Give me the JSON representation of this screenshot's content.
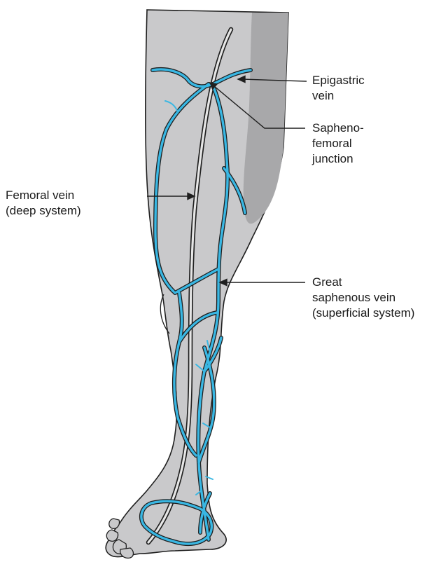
{
  "labels": {
    "epigastric": [
      "Epigastric",
      "vein"
    ],
    "saphenofemoral": [
      "Sapheno-",
      "femoral",
      "junction"
    ],
    "femoral": [
      "Femoral vein",
      "(deep system)"
    ],
    "great_saphenous": [
      "Great",
      "saphenous vein",
      "(superficial system)"
    ]
  },
  "colors": {
    "skin": "#c9c9cb",
    "skin_shadow": "#a8a8aa",
    "outline": "#1f1f1f",
    "superficial_vein": "#39b7e3",
    "deep_vein": "#7d7d80"
  }
}
